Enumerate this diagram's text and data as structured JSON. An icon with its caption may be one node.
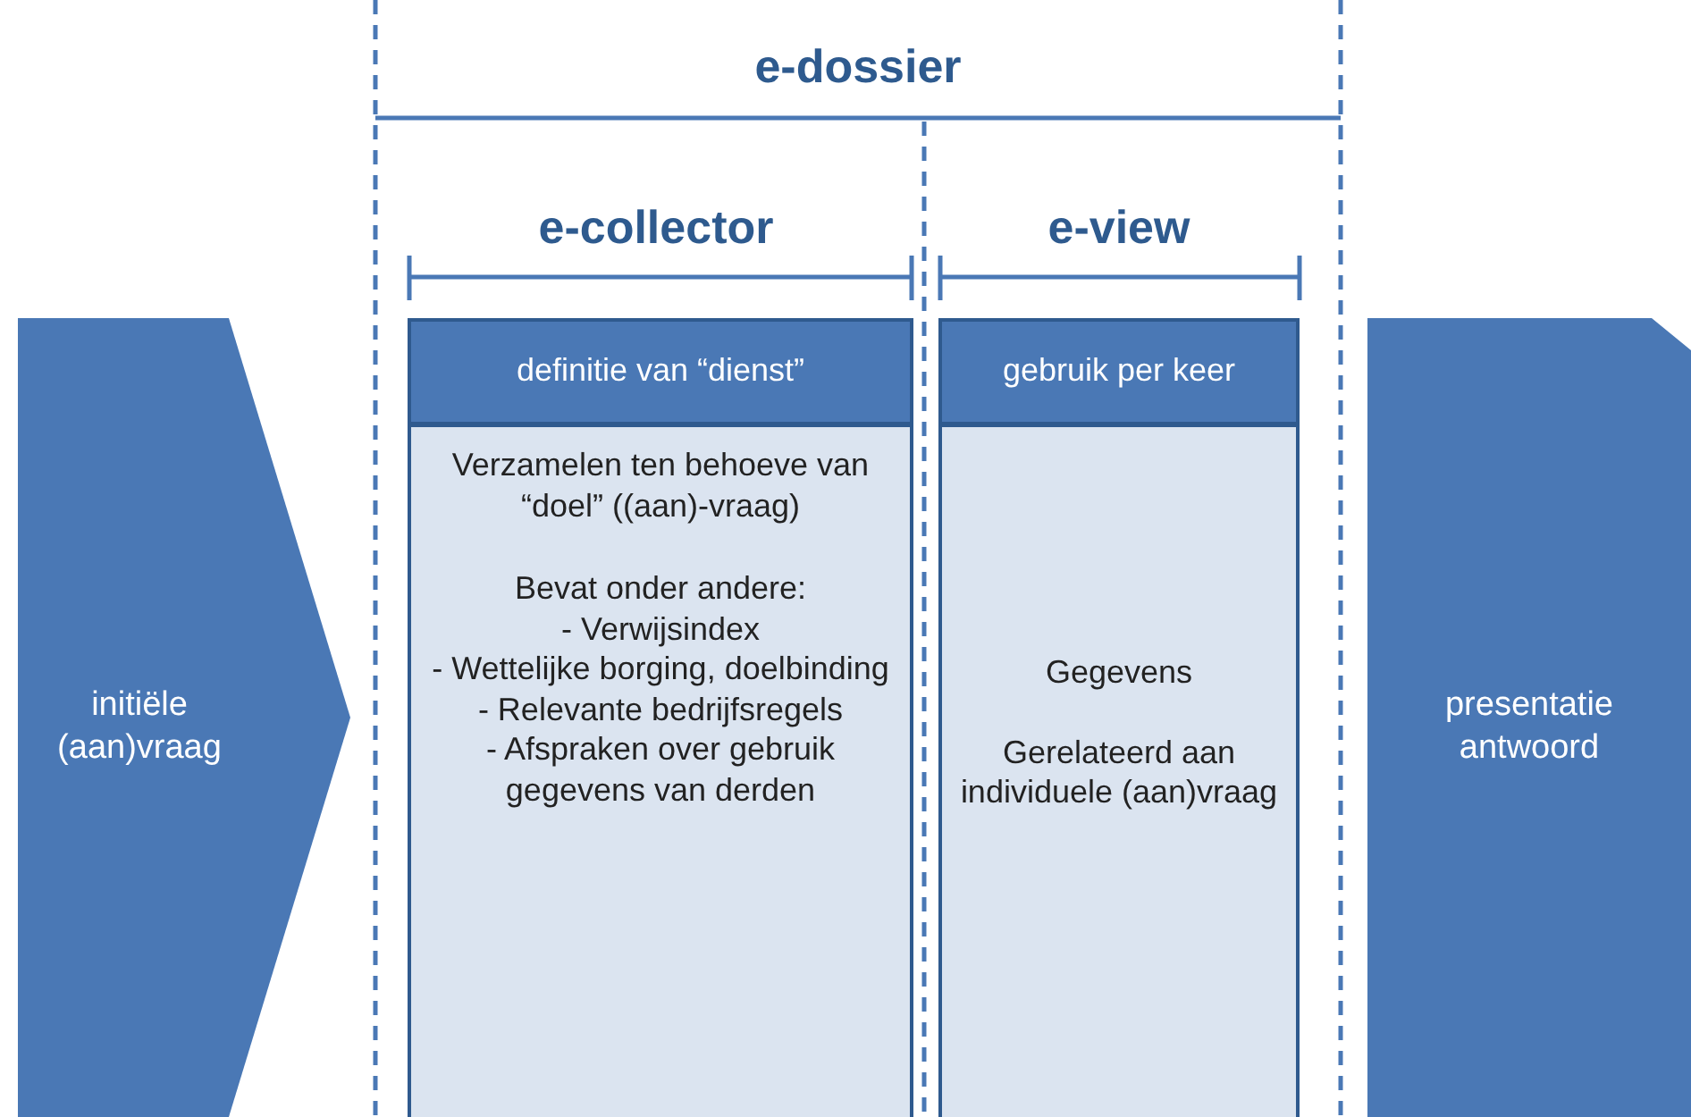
{
  "diagram": {
    "nodes": [
      {
        "text": [
          "initiële (aan)vraag"
        ]
      },
      {
        "text": [
          "definitie van “dienst”"
        ]
      },
      {
        "text": [
          "Verzamelen ten behoeve van “doel” ((aan)-vraag)",
          "Bevat onder andere:",
          "- Verwijsindex",
          "- Wettelijke borging, doelbinding",
          "- Relevante bedrijfsregels",
          "- Afspraken over gebruik gegevens van derden"
        ]
      },
      {
        "text": [
          "gebruik per keer"
        ]
      },
      {
        "text": [
          "Gegevens",
          "Gerelateerd aan individuele (aan)vraag"
        ]
      },
      {
        "text": [
          "presentatie antwoord"
        ]
      }
    ],
    "edges": [],
    "labels": [
      "e-dossier",
      "e-collector",
      "e-view"
    ]
  }
}
